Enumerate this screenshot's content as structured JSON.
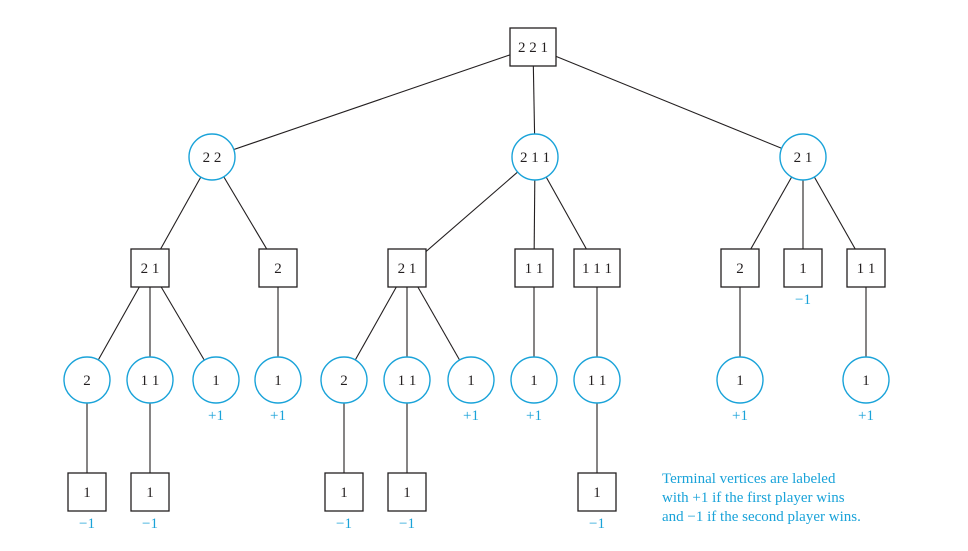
{
  "colors": {
    "circle": "#1aa3d9",
    "line": "#231f20",
    "value_text": "#1aa3d9"
  },
  "nodes": [
    {
      "id": "n0",
      "shape": "box",
      "label": "2 2 1",
      "parent": null,
      "value": ""
    },
    {
      "id": "a1",
      "shape": "circle",
      "label": "2 2",
      "parent": "n0",
      "value": ""
    },
    {
      "id": "a2",
      "shape": "circle",
      "label": "2 1 1",
      "parent": "n0",
      "value": ""
    },
    {
      "id": "a3",
      "shape": "circle",
      "label": "2 1",
      "parent": "n0",
      "value": ""
    },
    {
      "id": "b1",
      "shape": "box",
      "label": "2 1",
      "parent": "a1",
      "value": ""
    },
    {
      "id": "b2",
      "shape": "box",
      "label": "2",
      "parent": "a1",
      "value": ""
    },
    {
      "id": "b3",
      "shape": "box",
      "label": "2 1",
      "parent": "a2",
      "value": ""
    },
    {
      "id": "b4",
      "shape": "box",
      "label": "1 1",
      "parent": "a2",
      "value": ""
    },
    {
      "id": "b5",
      "shape": "box",
      "label": "1 1 1",
      "parent": "a2",
      "value": ""
    },
    {
      "id": "b6",
      "shape": "box",
      "label": "2",
      "parent": "a3",
      "value": ""
    },
    {
      "id": "b7",
      "shape": "box",
      "label": "1",
      "parent": "a3",
      "value": "−1"
    },
    {
      "id": "b8",
      "shape": "box",
      "label": "1 1",
      "parent": "a3",
      "value": ""
    },
    {
      "id": "c1",
      "shape": "circle",
      "label": "2",
      "parent": "b1",
      "value": ""
    },
    {
      "id": "c2",
      "shape": "circle",
      "label": "1 1",
      "parent": "b1",
      "value": ""
    },
    {
      "id": "c3",
      "shape": "circle",
      "label": "1",
      "parent": "b1",
      "value": "+1"
    },
    {
      "id": "c4",
      "shape": "circle",
      "label": "1",
      "parent": "b2",
      "value": "+1"
    },
    {
      "id": "c5",
      "shape": "circle",
      "label": "2",
      "parent": "b3",
      "value": ""
    },
    {
      "id": "c6",
      "shape": "circle",
      "label": "1 1",
      "parent": "b3",
      "value": ""
    },
    {
      "id": "c7",
      "shape": "circle",
      "label": "1",
      "parent": "b3",
      "value": "+1"
    },
    {
      "id": "c8",
      "shape": "circle",
      "label": "1",
      "parent": "b4",
      "value": "+1"
    },
    {
      "id": "c9",
      "shape": "circle",
      "label": "1 1",
      "parent": "b5",
      "value": ""
    },
    {
      "id": "c10",
      "shape": "circle",
      "label": "1",
      "parent": "b6",
      "value": "+1"
    },
    {
      "id": "c11",
      "shape": "circle",
      "label": "1",
      "parent": "b8",
      "value": "+1"
    },
    {
      "id": "d1",
      "shape": "box",
      "label": "1",
      "parent": "c1",
      "value": "−1"
    },
    {
      "id": "d2",
      "shape": "box",
      "label": "1",
      "parent": "c2",
      "value": "−1"
    },
    {
      "id": "d3",
      "shape": "box",
      "label": "1",
      "parent": "c5",
      "value": "−1"
    },
    {
      "id": "d4",
      "shape": "box",
      "label": "1",
      "parent": "c6",
      "value": "−1"
    },
    {
      "id": "d5",
      "shape": "box",
      "label": "1",
      "parent": "c9",
      "value": "−1"
    }
  ],
  "note": {
    "lines": [
      "Terminal vertices are labeled",
      "with +1 if the first player wins",
      "and −1 if the second player wins."
    ]
  }
}
